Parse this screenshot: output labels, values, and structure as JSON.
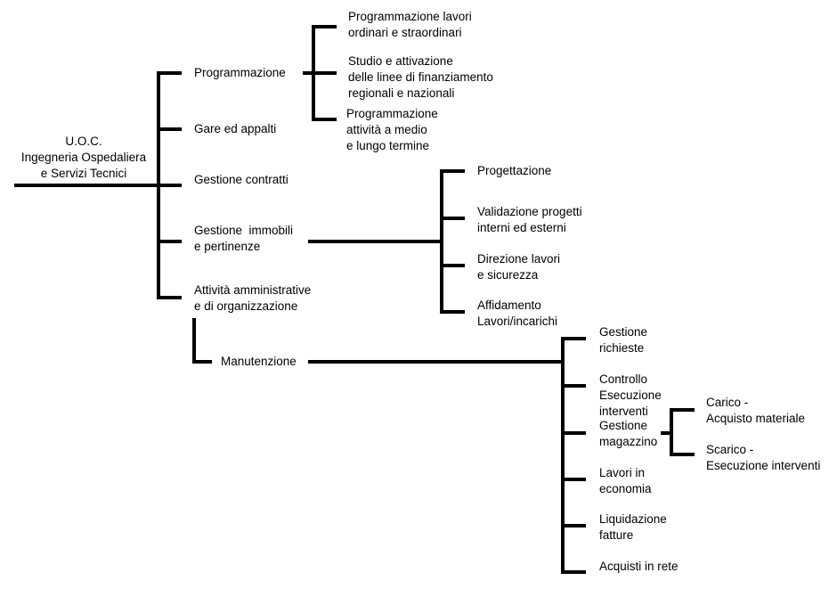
{
  "root": {
    "label": "U.O.C.\nIngegneria Ospedaliera\ne Servizi Tecnici"
  },
  "level1": [
    {
      "label": "Programmazione"
    },
    {
      "label": "Gare ed appalti"
    },
    {
      "label": "Gestione contratti"
    },
    {
      "label": "Gestione  immobili\ne pertinenze"
    },
    {
      "label": "Attività amministrative\ne di organizzazione"
    }
  ],
  "manutenzione": {
    "label": "Manutenzione"
  },
  "programmazione_children": [
    {
      "label": "Programmazione lavori\nordinari e straordinari"
    },
    {
      "label": "Studio e attivazione\ndelle linee di finanziamento\nregionali e nazionali"
    },
    {
      "label": "Programmazione\nattività a medio\ne lungo termine"
    }
  ],
  "immobili_children": [
    {
      "label": "Progettazione"
    },
    {
      "label": "Validazione progetti\ninterni ed esterni"
    },
    {
      "label": "Direzione lavori\ne sicurezza"
    },
    {
      "label": "Affidamento\nLavori/incarichi"
    }
  ],
  "manutenzione_children": [
    {
      "label": "Gestione\nrichieste"
    },
    {
      "label": "Controllo\nEsecuzione\ninterventi"
    },
    {
      "label": "Gestione\nmagazzino"
    },
    {
      "label": "Lavori in\neconomia"
    },
    {
      "label": "Liquidazione\nfatture"
    },
    {
      "label": "Acquisti in rete"
    }
  ],
  "magazzino_children": [
    {
      "label": "Carico -\nAcquisto materiale"
    },
    {
      "label": "Scarico -\nEsecuzione interventi"
    }
  ]
}
